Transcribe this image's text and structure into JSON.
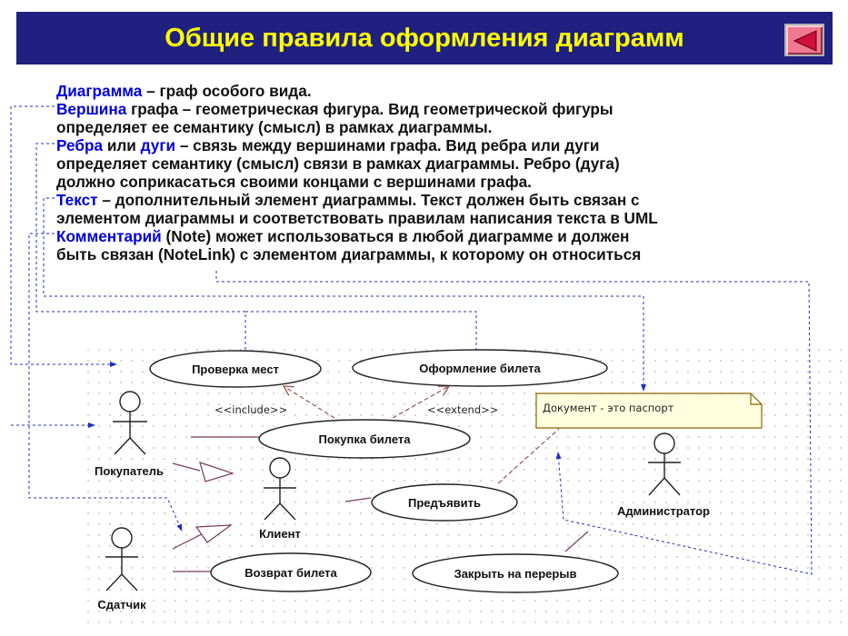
{
  "header": {
    "title": "Общие правила оформления диаграмм"
  },
  "nav": {
    "back_icon": "triangle-left-icon"
  },
  "text": {
    "p1": {
      "k1": "Диаграмма",
      "t1": " – граф особого вида."
    },
    "p2": {
      "k1": "Вершина",
      "t1": " графа – геометрическая фигура. Вид геометрической фигуры",
      "t2": "определяет ее семантику (смысл) в рамках диаграммы."
    },
    "p3": {
      "k1": "Ребра",
      "t1": " или ",
      "k2": "дуги",
      "t2": " – связь между вершинами графа. Вид ребра или дуги",
      "t3": "определяет семантику (смысл) связи в рамках диаграммы. Ребро (дуга)",
      "t4": "должно соприкасаться своими концами с вершинами графа."
    },
    "p4": {
      "k1": "Текст",
      "t1": " – дополнительный элемент диаграммы. Текст должен быть связан с",
      "t2": "элементом диаграммы и соответствовать правилам написания текста в UML"
    },
    "p5": {
      "k1": "Комментарий",
      "t1": " (Note) может использоваться в любой диаграмме и должен",
      "t2": "быть связан (NoteLink) с элементом диаграммы, к которому он относиться"
    }
  },
  "diagram": {
    "usecases": {
      "check": "Проверка мест",
      "issue": "Оформление билета",
      "buy": "Покупка билета",
      "present": "Предъявить",
      "refund": "Возврат билета",
      "break": "Закрыть на перерыв"
    },
    "actors": {
      "buyer": "Покупатель",
      "client": "Клиент",
      "returner": "Сдатчик",
      "admin": "Администратор"
    },
    "stereotypes": {
      "include": "<<include>>",
      "extend": "<<extend>>"
    },
    "note": "Документ - это паспорт",
    "colors": {
      "pointer": "#2030c0",
      "keyword": "#0000e0",
      "title_bg": "#1f2080",
      "title_fg": "#ffff00",
      "note_bg": "#ffffe0",
      "dep": "#a05050"
    }
  }
}
